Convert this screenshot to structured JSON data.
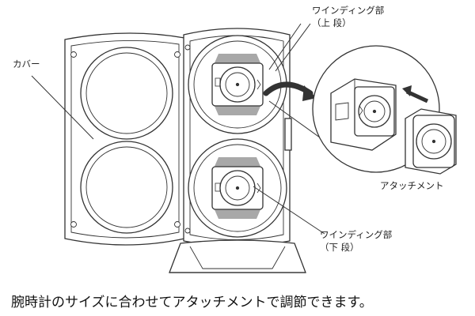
{
  "labels": {
    "cover": "カバー",
    "winding_upper_line1": "ワインディング部",
    "winding_upper_line2": "（上 段）",
    "winding_lower_line1": "ワインディング部",
    "winding_lower_line2": "（下 段）",
    "attachment": "アタッチメント"
  },
  "caption": "腕時計のサイズに合わせてアタッチメントで調節できます。",
  "colors": {
    "line": "#333333",
    "fill": "#ffffff",
    "shade": "#a8a8a8",
    "arrow": "#333333"
  },
  "icons": [
    "curved-arrow-icon",
    "straight-arrow-icon",
    "screw-icon"
  ]
}
